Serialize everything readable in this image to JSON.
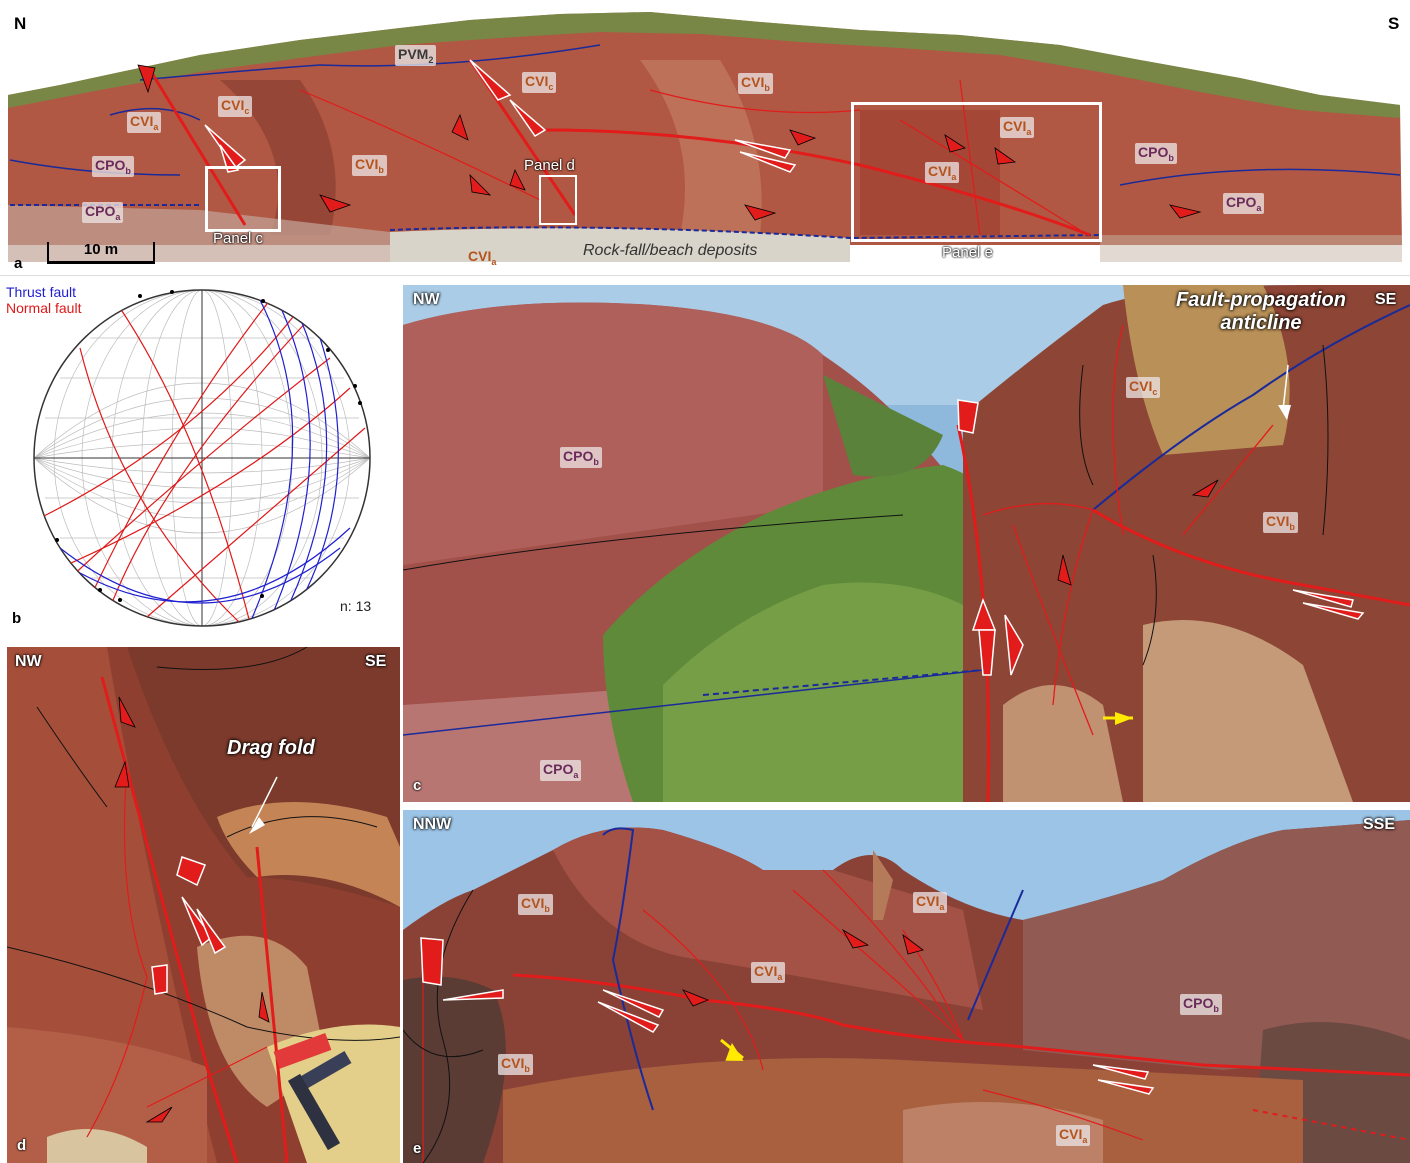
{
  "panel_a": {
    "dir_left": "N",
    "dir_right": "S",
    "letter": "a",
    "scale_bar": "10 m",
    "deposits": "Rock-fall/beach deposits",
    "panel_c_label": "Panel c",
    "panel_d_label": "Panel d",
    "panel_e_label": "Panel e",
    "units": {
      "pvm2": "PVM",
      "pvm2_sub": "2",
      "cvic_1": "CVI",
      "cvic_1_sub": "c",
      "cvic_2": "CVI",
      "cvic_2_sub": "c",
      "cvia_1": "CVI",
      "cvia_1_sub": "a",
      "cvib_1": "CVI",
      "cvib_1_sub": "b",
      "cvib_2": "CVI",
      "cvib_2_sub": "b",
      "cvia_2": "CVI",
      "cvia_2_sub": "a",
      "cvia_3": "CVI",
      "cvia_3_sub": "a",
      "cvia_4": "CVI",
      "cvia_4_sub": "a",
      "cpob_1": "CPO",
      "cpob_1_sub": "b",
      "cpoa_1": "CPO",
      "cpoa_1_sub": "a",
      "cpob_2": "CPO",
      "cpob_2_sub": "b",
      "cpoa_2": "CPO",
      "cpoa_2_sub": "a"
    }
  },
  "panel_b": {
    "letter": "b",
    "legend_thrust": "Thrust fault",
    "legend_normal": "Normal fault",
    "count": "n: 13",
    "colors": {
      "thrust": "#1f1fd0",
      "normal": "#e01818"
    }
  },
  "panel_c": {
    "letter": "c",
    "dir_left": "NW",
    "dir_right": "SE",
    "annotation": "Fault-propagation anticline",
    "annotation_line1": "Fault-propagation",
    "annotation_line2": "anticline",
    "units": {
      "cvic": "CVI",
      "cvic_sub": "c",
      "cvib": "CVI",
      "cvib_sub": "b",
      "cpob": "CPO",
      "cpob_sub": "b",
      "cpoa": "CPO",
      "cpoa_sub": "a"
    }
  },
  "panel_d": {
    "letter": "d",
    "dir_left": "NW",
    "dir_right": "SE",
    "annotation": "Drag fold"
  },
  "panel_e": {
    "letter": "e",
    "dir_left": "NNW",
    "dir_right": "SSE",
    "units": {
      "cvib_1": "CVI",
      "cvib_1_sub": "b",
      "cvia_1": "CVI",
      "cvia_1_sub": "a",
      "cvia_2": "CVI",
      "cvia_2_sub": "a",
      "cvib_2": "CVI",
      "cvib_2_sub": "b",
      "cpob": "CPO",
      "cpob_sub": "b",
      "cvia_3": "CVI",
      "cvia_3_sub": "a"
    }
  },
  "colors": {
    "fault": "#e21b1b",
    "thrust": "#1a2a9a",
    "rock": "#a8503e",
    "vegetation": "#5f8a3a",
    "sky": "#8fb9dc"
  }
}
